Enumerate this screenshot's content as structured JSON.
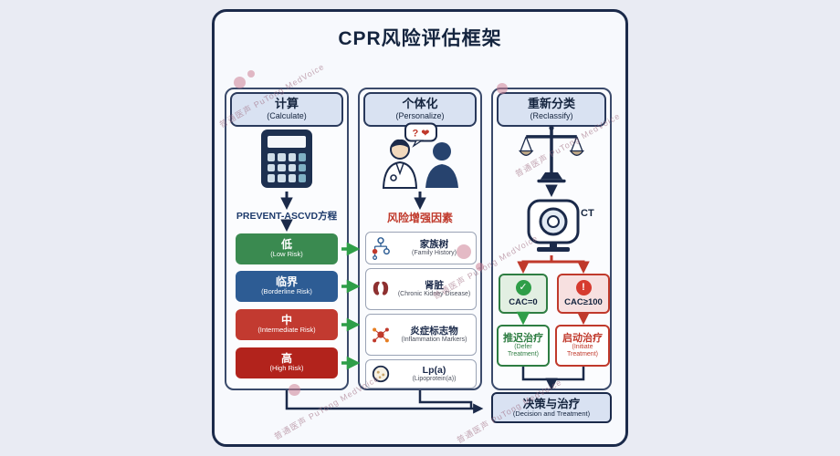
{
  "title": "CPR风险评估框架",
  "watermark": {
    "zh": "普通医声",
    "en": "PuTong MedVoice"
  },
  "calculate": {
    "header_zh": "计算",
    "header_en": "(Calculate)",
    "equation": "PREVENT-ASCVD方程",
    "risks": [
      {
        "zh": "低",
        "en": "(Low Risk)",
        "color": "#3a8a50"
      },
      {
        "zh": "临界",
        "en": "(Borderline Risk)",
        "color": "#2d5c94"
      },
      {
        "zh": "中",
        "en": "(Intermediate Risk)",
        "color": "#c23a30"
      },
      {
        "zh": "高",
        "en": "(High Risk)",
        "color": "#b2231c"
      }
    ]
  },
  "personalize": {
    "header_zh": "个体化",
    "header_en": "(Personalize)",
    "bubble": "? ❤",
    "factors_title": "风险增强因素",
    "factors": [
      {
        "zh": "家族树",
        "en": "(Family History)",
        "icon": "family-tree-icon"
      },
      {
        "zh": "肾脏",
        "en": "(Chronic Kidney Disease)",
        "icon": "kidney-icon"
      },
      {
        "zh": "炎症标志物",
        "en": "(Inflammation Markers)",
        "icon": "inflammation-markers-icon"
      },
      {
        "zh": "Lp(a)",
        "en": "(Lipoprotein(a))",
        "icon": "lipoprotein-icon"
      }
    ]
  },
  "reclassify": {
    "header_zh": "重新分类",
    "header_en": "(Reclassify)",
    "ct_label": "CT",
    "cac_zero": {
      "label": "CAC=0",
      "icon": "check-circle-icon"
    },
    "cac_high": {
      "label": "CAC≥100",
      "icon": "alert-circle-icon"
    },
    "defer": {
      "zh": "推迟治疗",
      "en": "(Defer Treatment)"
    },
    "initiate": {
      "zh": "启动治疗",
      "en": "(Initiate Treatment)"
    }
  },
  "decision": {
    "zh": "决策与治疗",
    "en": "(Decision and Treatment)"
  },
  "colors": {
    "background": "#e9ebf3",
    "panel": "#f7f9fd",
    "navy": "#1b2a4a",
    "header_fill": "#d9e2f2",
    "green": "#2e9e48",
    "red": "#c0392b",
    "risk_low": "#3a8a50",
    "risk_borderline": "#2d5c94",
    "risk_intermediate": "#c23a30",
    "risk_high": "#b2231c"
  }
}
